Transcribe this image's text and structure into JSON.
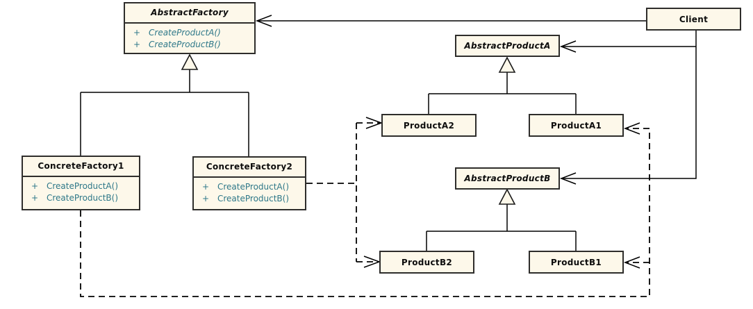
{
  "diagram": {
    "name": "Abstract Factory design pattern UML class diagram",
    "colors": {
      "background": "#FFFFFF",
      "class_fill": "#FDF8EA",
      "class_border": "#2E2D2B",
      "title_text": "#0D0D0D",
      "method_text": "#2E7889",
      "connector": "#000000"
    },
    "classes": {
      "abstractFactory": {
        "name": "AbstractFactory",
        "abstract": true,
        "methods": [
          {
            "visibility": "+",
            "signature": "CreateProductA()"
          },
          {
            "visibility": "+",
            "signature": "CreateProductB()"
          }
        ]
      },
      "concreteFactory1": {
        "name": "ConcreteFactory1",
        "abstract": false,
        "methods": [
          {
            "visibility": "+",
            "signature": "CreateProductA()"
          },
          {
            "visibility": "+",
            "signature": "CreateProductB()"
          }
        ]
      },
      "concreteFactory2": {
        "name": "ConcreteFactory2",
        "abstract": false,
        "methods": [
          {
            "visibility": "+",
            "signature": "CreateProductA()"
          },
          {
            "visibility": "+",
            "signature": "CreateProductB()"
          }
        ]
      },
      "client": {
        "name": "Client",
        "abstract": false
      },
      "abstractProductA": {
        "name": "AbstractProductA",
        "abstract": true
      },
      "productA2": {
        "name": "ProductA2",
        "abstract": false
      },
      "productA1": {
        "name": "ProductA1",
        "abstract": false
      },
      "abstractProductB": {
        "name": "AbstractProductB",
        "abstract": true
      },
      "productB2": {
        "name": "ProductB2",
        "abstract": false
      },
      "productB1": {
        "name": "ProductB1",
        "abstract": false
      }
    },
    "relationships": [
      {
        "type": "association",
        "from": "Client",
        "to": "AbstractFactory",
        "style": "solid-open-arrow"
      },
      {
        "type": "association",
        "from": "Client",
        "to": "AbstractProductA",
        "style": "solid-open-arrow"
      },
      {
        "type": "association",
        "from": "Client",
        "to": "AbstractProductB",
        "style": "solid-open-arrow"
      },
      {
        "type": "generalization",
        "from": "ConcreteFactory1",
        "to": "AbstractFactory",
        "style": "solid-hollow-triangle"
      },
      {
        "type": "generalization",
        "from": "ConcreteFactory2",
        "to": "AbstractFactory",
        "style": "solid-hollow-triangle"
      },
      {
        "type": "generalization",
        "from": "ProductA2",
        "to": "AbstractProductA",
        "style": "solid-hollow-triangle"
      },
      {
        "type": "generalization",
        "from": "ProductA1",
        "to": "AbstractProductA",
        "style": "solid-hollow-triangle"
      },
      {
        "type": "generalization",
        "from": "ProductB2",
        "to": "AbstractProductB",
        "style": "solid-hollow-triangle"
      },
      {
        "type": "generalization",
        "from": "ProductB1",
        "to": "AbstractProductB",
        "style": "solid-hollow-triangle"
      },
      {
        "type": "dependency",
        "from": "ConcreteFactory2",
        "to": "ProductA2",
        "style": "dashed-open-arrow"
      },
      {
        "type": "dependency",
        "from": "ConcreteFactory2",
        "to": "ProductB2",
        "style": "dashed-open-arrow"
      },
      {
        "type": "dependency",
        "from": "ConcreteFactory1",
        "to": "ProductA1",
        "style": "dashed-open-arrow"
      },
      {
        "type": "dependency",
        "from": "ConcreteFactory1",
        "to": "ProductB1",
        "style": "dashed-open-arrow"
      }
    ]
  }
}
